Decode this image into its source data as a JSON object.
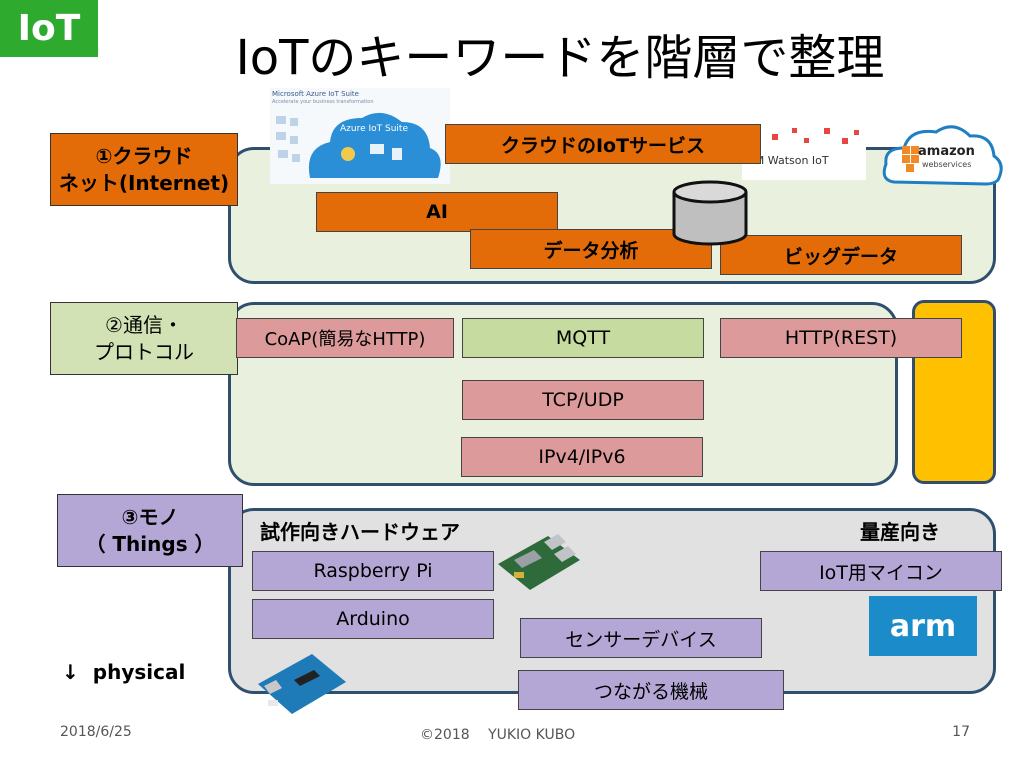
{
  "badge": "IoT",
  "title": "IoTのキーワードを階層で整理",
  "layers": {
    "cloud": {
      "label_line1": "①クラウド",
      "label_line2": "ネット(Internet)"
    },
    "protocol": {
      "label_line1": "②通信・",
      "label_line2": "プロトコル"
    },
    "things": {
      "label_line1": "③モノ",
      "label_line2": "（ Things ）"
    }
  },
  "cloud_boxes": {
    "service": "クラウドのIoTサービス",
    "ai": "AI",
    "analytics": "データ分析",
    "bigdata": "ビッグデータ"
  },
  "protocol_boxes": {
    "coap": "CoAP(簡易なHTTP)",
    "mqtt": "MQTT",
    "http": "HTTP(REST)",
    "tcp": "TCP/UDP",
    "ip": "IPv4/IPv6"
  },
  "things_section": {
    "prototype_heading": "試作向きハードウェア",
    "mass_heading": "量産向き",
    "raspberry": "Raspberry Pi",
    "arduino": "Arduino",
    "sensor": "センサーデバイス",
    "machine": "つながる機械",
    "mcu": "IoT用マイコン",
    "physical_arrow": "↓",
    "physical": "physical"
  },
  "logos": {
    "azure_title": "Microsoft Azure IoT Suite",
    "azure_tagline": "Accelerate your business transformation",
    "azure_cloud": "Azure IoT Suite",
    "ibm": "IBM Watson IoT",
    "aws_word": "amazon",
    "aws_word2": "webservices",
    "arm": "arm"
  },
  "footer": {
    "date": "2018/6/25",
    "copyright": "©2018　 YUKIO KUBO",
    "page": "17"
  },
  "colors": {
    "cloud": "#e36c09",
    "protocol": "#d2e2b5",
    "things": "#b4a7d6",
    "side": "#ffc000",
    "badge": "#2eaa2e"
  }
}
